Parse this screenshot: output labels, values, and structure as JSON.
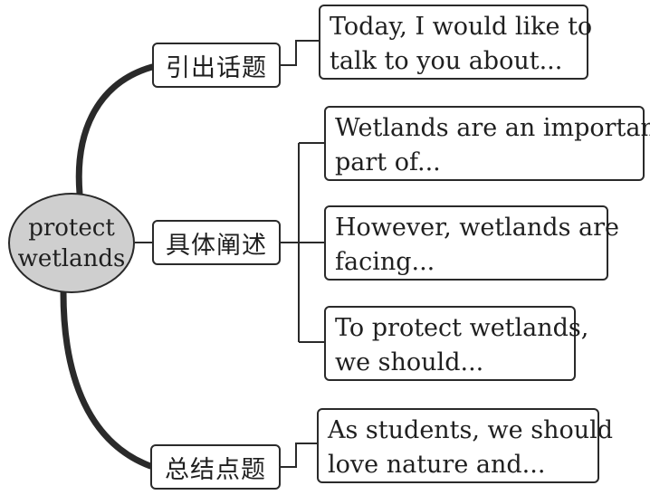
{
  "center": {
    "line1": "protect",
    "line2": "wetlands"
  },
  "branches": [
    {
      "label": "引出话题",
      "leaves": [
        {
          "lines": [
            "Today, I would like to",
            "talk to you about..."
          ]
        }
      ]
    },
    {
      "label": "具体阐述",
      "leaves": [
        {
          "lines": [
            "Wetlands are an important",
            "part of..."
          ]
        },
        {
          "lines": [
            "However, wetlands are",
            "facing..."
          ]
        },
        {
          "lines": [
            "To protect wetlands,",
            "we should..."
          ]
        }
      ]
    },
    {
      "label": "总结点题",
      "leaves": [
        {
          "lines": [
            "As students, we should",
            "love nature and..."
          ]
        }
      ]
    }
  ],
  "colors": {
    "ellipse_fill": "#cfcfcf",
    "stroke": "#2a2a2a",
    "text": "#1f1f1f"
  }
}
